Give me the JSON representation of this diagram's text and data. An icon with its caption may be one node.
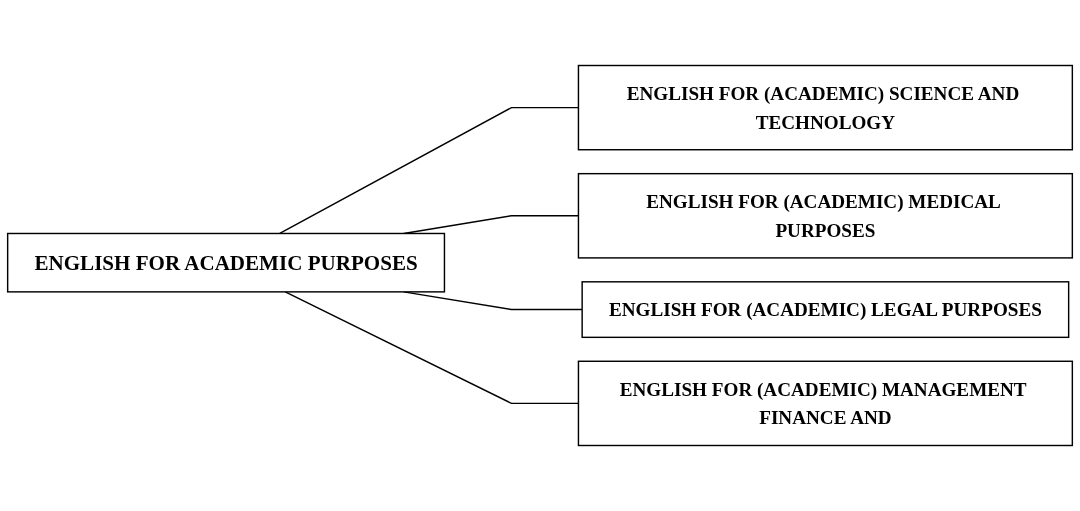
{
  "diagram": {
    "nodes": [
      {
        "text": [
          "ENGLISH FOR ACADEMIC PURPOSES"
        ]
      },
      {
        "text": [
          "ENGLISH FOR (ACADEMIC) SCIENCE AND TECHNOLOGY"
        ]
      },
      {
        "text": [
          "ENGLISH FOR (ACADEMIC) MEDICAL PURPOSES"
        ]
      },
      {
        "text": [
          "ENGLISH FOR (ACADEMIC) LEGAL PURPOSES"
        ]
      },
      {
        "text": [
          "ENGLISH FOR (ACADEMIC) MANAGEMENT FINANCE AND"
        ]
      }
    ],
    "edges": [
      {
        "from": 0,
        "to": 1,
        "arrow": "none"
      },
      {
        "from": 0,
        "to": 2,
        "arrow": "none"
      },
      {
        "from": 0,
        "to": 3,
        "arrow": "none"
      },
      {
        "from": 0,
        "to": 4,
        "arrow": "none"
      }
    ]
  }
}
